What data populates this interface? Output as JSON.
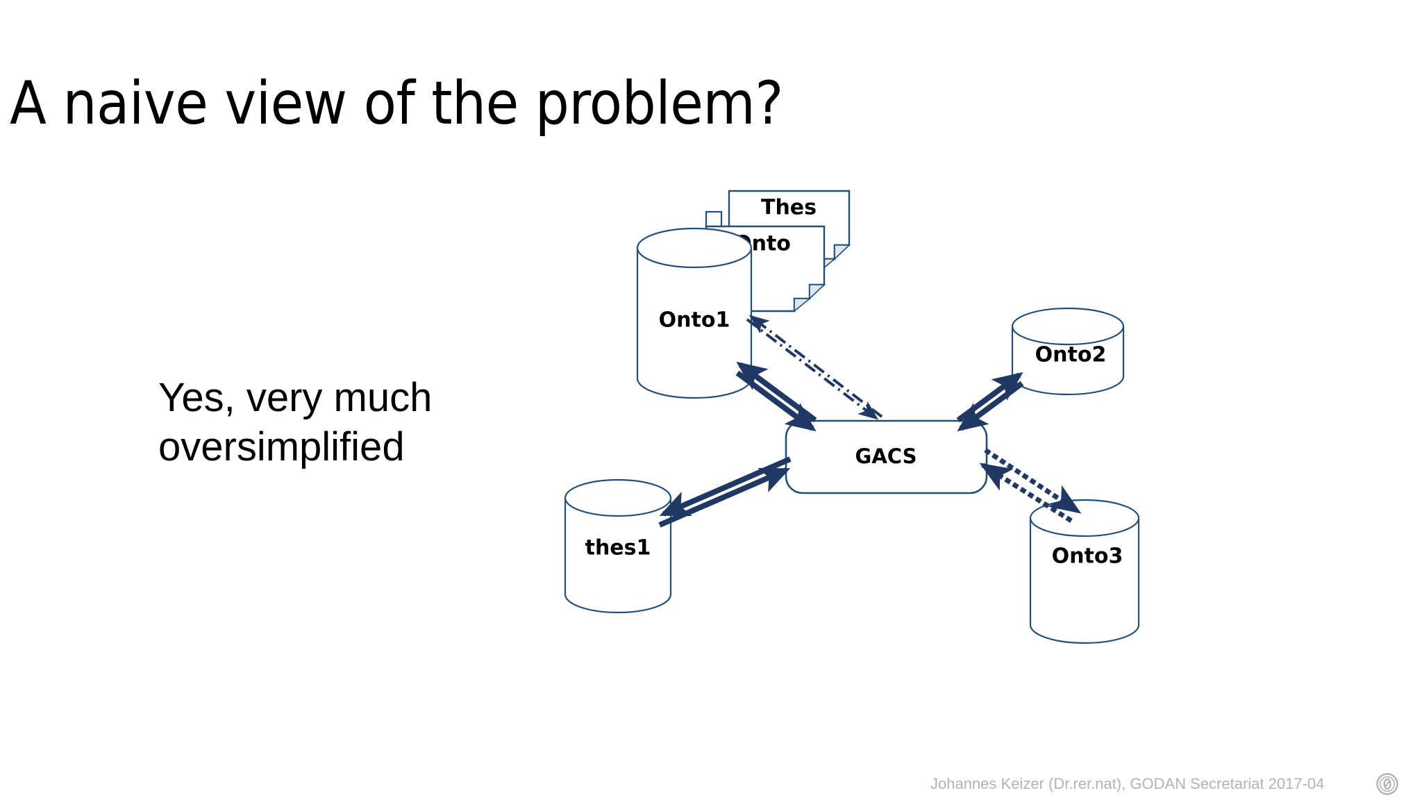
{
  "slide": {
    "title": "A naive view of the problem?",
    "body_lines": [
      "Yes, very much",
      "oversimplified"
    ],
    "background_color": "#ffffff",
    "text_color": "#000000"
  },
  "diagram": {
    "type": "node-link-diagram",
    "stroke_color": "#1F4E79",
    "arrow_color": "#1F3864",
    "fill_color": "#ffffff",
    "nodes": [
      {
        "id": "onto1",
        "label": "Onto1",
        "shape": "cylinder"
      },
      {
        "id": "onto2",
        "label": "Onto2",
        "shape": "cylinder"
      },
      {
        "id": "onto3",
        "label": "Onto3",
        "shape": "cylinder"
      },
      {
        "id": "thes1",
        "label": "thes1",
        "shape": "cylinder"
      },
      {
        "id": "gacs",
        "label": "GACS",
        "shape": "rounded-rectangle"
      },
      {
        "id": "thes-doc",
        "label": "Thes",
        "shape": "document"
      },
      {
        "id": "onto-doc",
        "label": "Onto",
        "shape": "document"
      }
    ],
    "edges": [
      {
        "from": "gacs",
        "to": "onto1",
        "style": "solid",
        "direction": "bidirectional"
      },
      {
        "from": "gacs",
        "to": "onto2",
        "style": "solid",
        "direction": "bidirectional"
      },
      {
        "from": "gacs",
        "to": "thes1",
        "style": "solid",
        "direction": "bidirectional"
      },
      {
        "from": "gacs",
        "to": "onto3",
        "style": "dotted",
        "direction": "bidirectional"
      },
      {
        "from": "gacs",
        "to": "onto-doc",
        "style": "dash-dot",
        "direction": "bidirectional"
      }
    ]
  },
  "footer": {
    "credit": "Johannes Keizer (Dr.rer.nat),  GODAN Secretariat  2017-04",
    "license_icon": "cc-zero-icon",
    "color": "#b3b3b3"
  }
}
